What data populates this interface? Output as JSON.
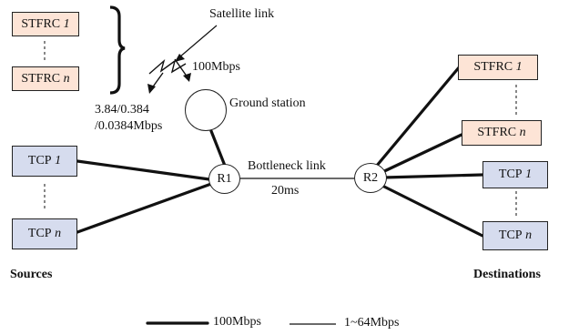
{
  "sources": {
    "title": "Sources",
    "stfrc_1": {
      "name": "STFRC",
      "idx": "1"
    },
    "stfrc_n": {
      "name": "STFRC",
      "idx": "n"
    },
    "tcp_1": {
      "name": "TCP",
      "idx": "1"
    },
    "tcp_n": {
      "name": "TCP",
      "idx": "n"
    }
  },
  "destinations": {
    "title": "Destinations",
    "stfrc_1": {
      "name": "STFRC",
      "idx": "1"
    },
    "stfrc_n": {
      "name": "STFRC",
      "idx": "n"
    },
    "tcp_1": {
      "name": "TCP",
      "idx": "1"
    },
    "tcp_n": {
      "name": "TCP",
      "idx": "n"
    }
  },
  "satellite": {
    "link_label": "Satellite link",
    "downlink_rate": "100Mbps",
    "uplink_rate_line1": "3.84/0.384",
    "uplink_rate_line2": "/0.0384Mbps",
    "ground_station_label": "Ground station"
  },
  "routers": {
    "r1": "R1",
    "r2": "R2"
  },
  "bottleneck": {
    "label": "Bottleneck link",
    "delay": "20ms"
  },
  "legend": {
    "thick": "100Mbps",
    "thin": "1~64Mbps"
  }
}
